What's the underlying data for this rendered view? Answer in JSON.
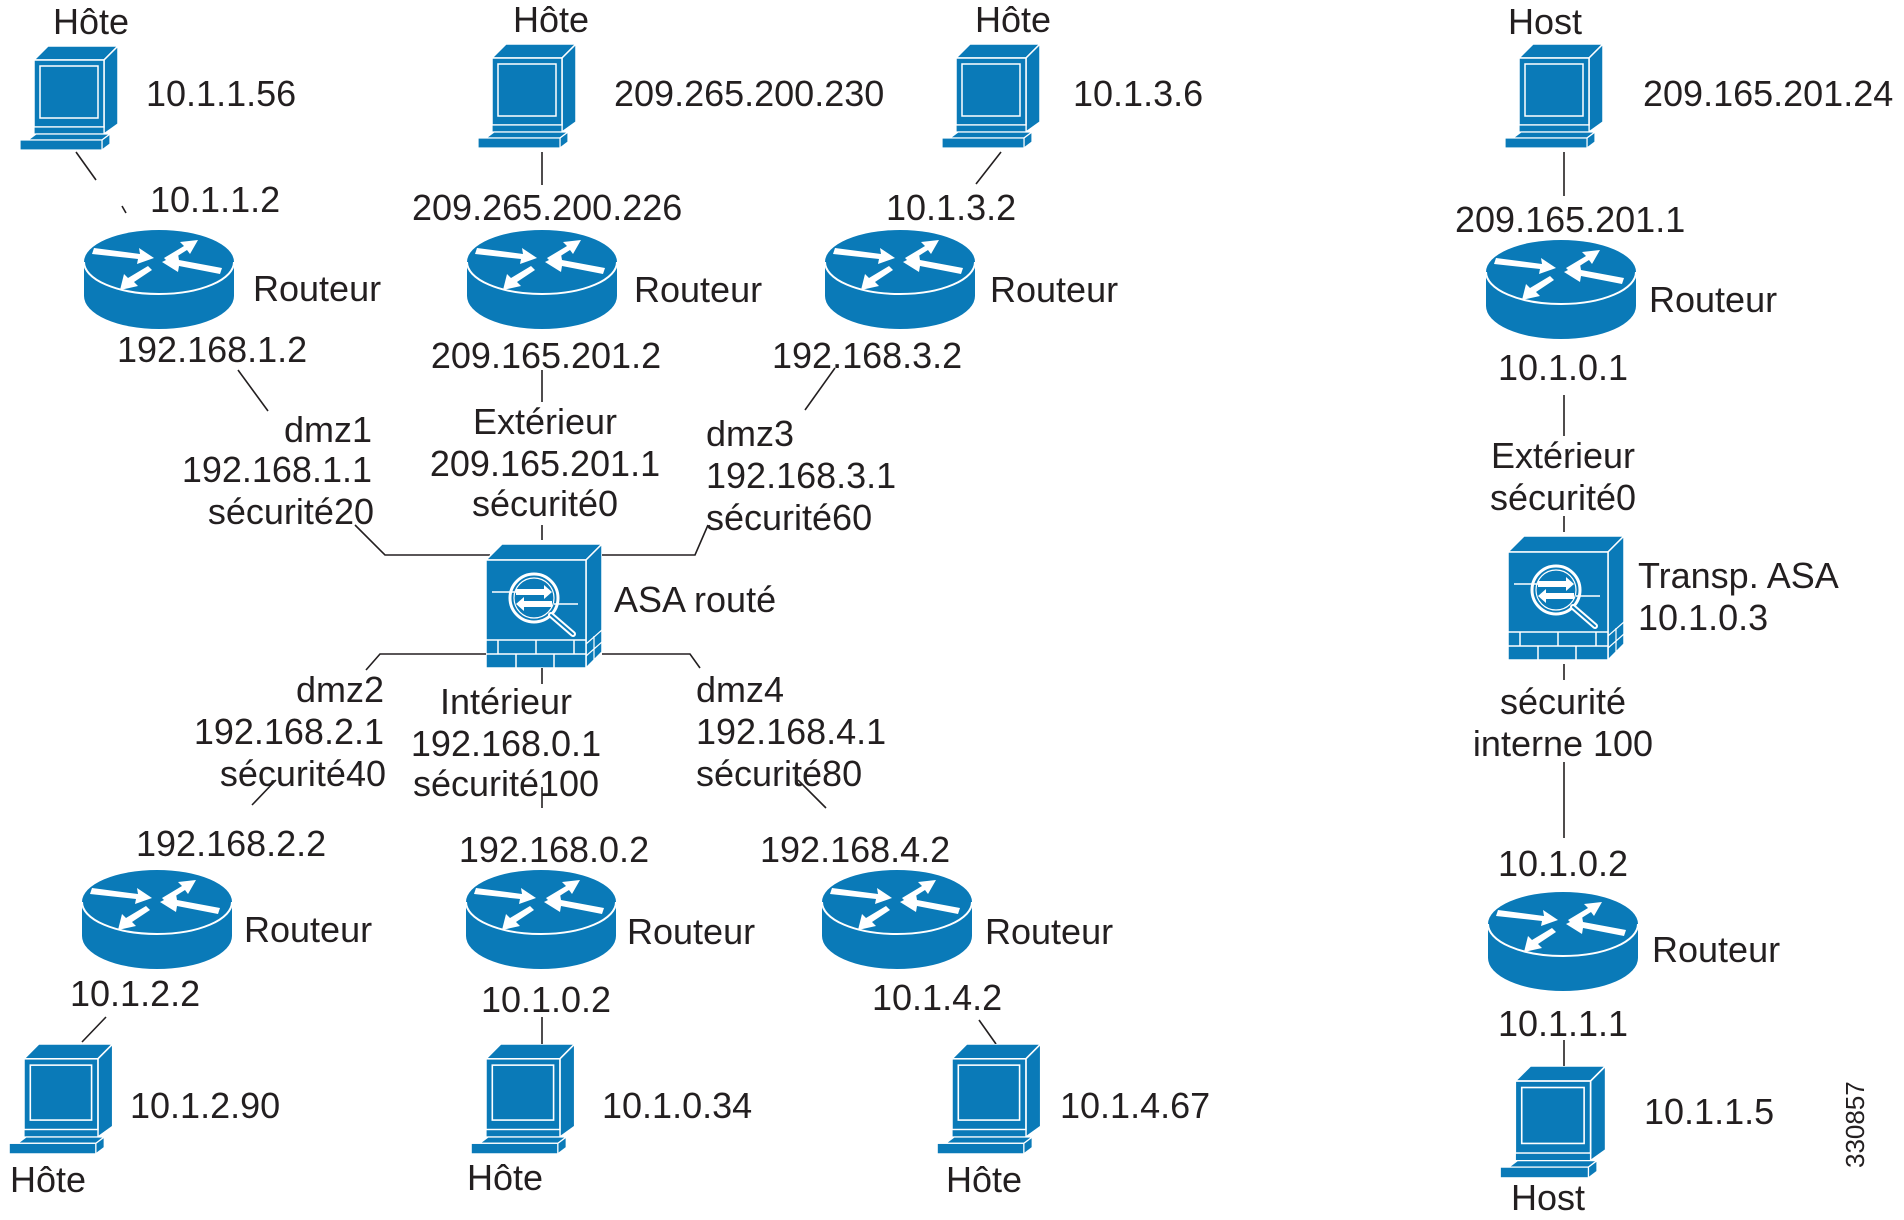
{
  "diagram": {
    "figure_id": "330857",
    "colors": {
      "device_blue": "#0a7ab8",
      "device_line": "#ffffff",
      "text": "#231f20"
    },
    "routed": {
      "asa": {
        "name": "ASA routé"
      },
      "interfaces": {
        "outside": {
          "name": "Extérieur",
          "ip": "209.165.201.1",
          "security": "sécurité0"
        },
        "dmz1": {
          "name": "dmz1",
          "ip": "192.168.1.1",
          "security": "sécurité20"
        },
        "dmz3": {
          "name": "dmz3",
          "ip": "192.168.3.1",
          "security": "sécurité60"
        },
        "dmz2": {
          "name": "dmz2",
          "ip": "192.168.2.1",
          "security": "sécurité40"
        },
        "inside": {
          "name": "Intérieur",
          "ip": "192.168.0.1",
          "security": "sécurité100"
        },
        "dmz4": {
          "name": "dmz4",
          "ip": "192.168.4.1",
          "security": "sécurité80"
        }
      },
      "branches": {
        "dmz1": {
          "host_label": "Hôte",
          "host_ip": "10.1.1.56",
          "router_label": "Routeur",
          "router_host_ip": "10.1.1.2",
          "router_asa_ip": "192.168.1.2"
        },
        "outside": {
          "host_label": "Hôte",
          "host_ip": "209.265.200.230",
          "router_label": "Routeur",
          "router_host_ip": "209.265.200.226",
          "router_asa_ip": "209.165.201.2"
        },
        "dmz3": {
          "host_label": "Hôte",
          "host_ip": "10.1.3.6",
          "router_label": "Routeur",
          "router_host_ip": "10.1.3.2",
          "router_asa_ip": "192.168.3.2"
        },
        "dmz2": {
          "host_label": "Hôte",
          "host_ip": "10.1.2.90",
          "router_label": "Routeur",
          "router_host_ip": "10.1.2.2",
          "router_asa_ip": "192.168.2.2"
        },
        "inside": {
          "host_label": "Hôte",
          "host_ip": "10.1.0.34",
          "router_label": "Routeur",
          "router_host_ip": "10.1.0.2",
          "router_asa_ip": "192.168.0.2"
        },
        "dmz4": {
          "host_label": "Hôte",
          "host_ip": "10.1.4.67",
          "router_label": "Routeur",
          "router_host_ip": "10.1.4.2",
          "router_asa_ip": "192.168.4.2"
        }
      }
    },
    "transparent": {
      "top_host": {
        "label": "Host",
        "ip": "209.165.201.24"
      },
      "top_router": {
        "label": "Routeur",
        "upper_ip": "209.165.201.1",
        "lower_ip": "10.1.0.1"
      },
      "outside": {
        "name": "Extérieur",
        "security": "sécurité0"
      },
      "asa": {
        "name": "Transp. ASA",
        "ip": "10.1.0.3"
      },
      "inside": {
        "line1": "sécurité",
        "line2": "interne 100"
      },
      "bottom_router": {
        "label": "Routeur",
        "upper_ip": "10.1.0.2",
        "lower_ip": "10.1.1.1"
      },
      "bottom_host": {
        "label": "Host",
        "ip": "10.1.1.5"
      }
    }
  }
}
